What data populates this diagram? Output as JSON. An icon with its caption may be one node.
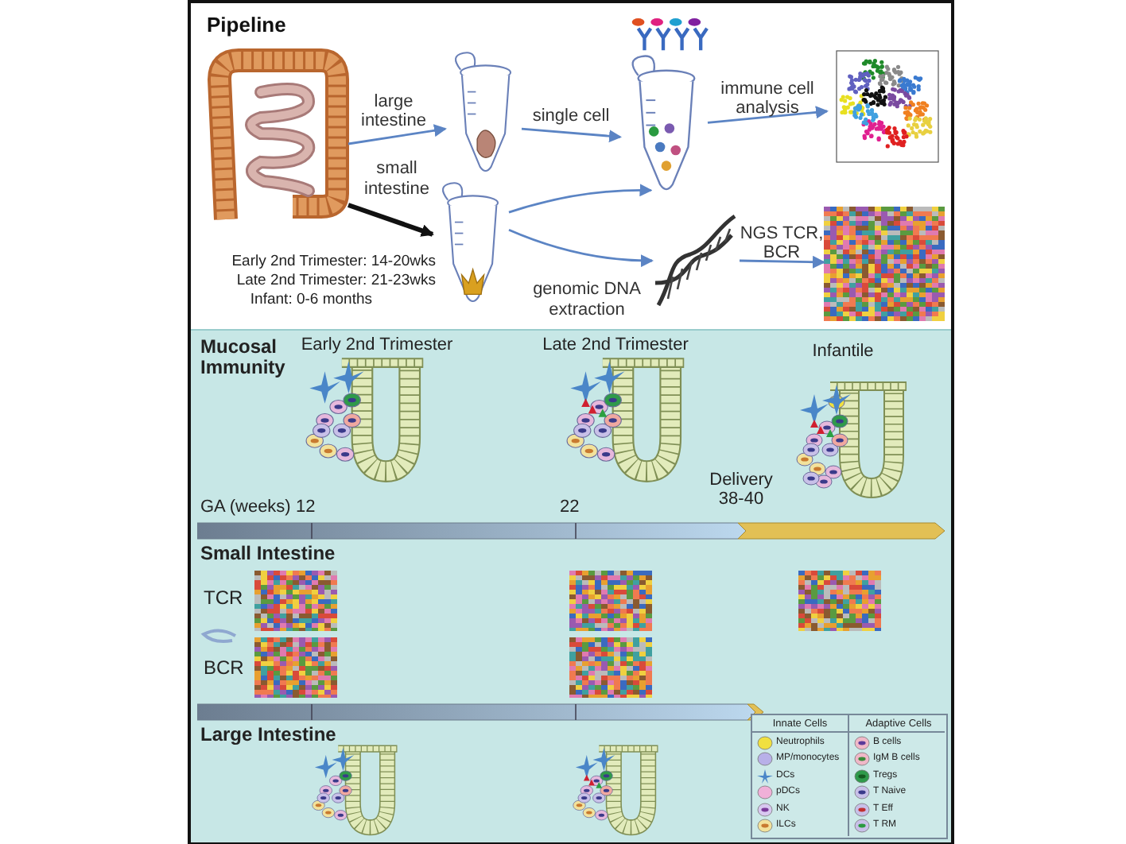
{
  "diagram": {
    "nodes": [
      {
        "text": [
          "Pipeline"
        ]
      },
      {
        "text": [],
        "shape": "picture",
        "in": 0
      },
      {
        "text": [],
        "shape": "picture",
        "in": 0
      },
      {
        "text": [],
        "shape": "picture",
        "in": 0
      },
      {
        "text": [],
        "shape": "picture",
        "in": 0
      },
      {
        "text": [],
        "shape": "picture",
        "in": 0
      },
      {
        "text": [],
        "shape": "picture",
        "in": 0
      },
      {
        "text": [],
        "shape": "picture",
        "in": 0
      }
    ],
    "edges": [
      {
        "from": 1,
        "to": 2,
        "arrow": "to",
        "label": "large intestine"
      },
      {
        "from": 1,
        "to": 3,
        "arrow": "to",
        "label": "small intestine",
        "style": "thick",
        "color": "#111111"
      },
      {
        "from": 2,
        "to": 4,
        "arrow": "to",
        "label": "single cell"
      },
      {
        "from": 3,
        "to": 4,
        "arrow": "to"
      },
      {
        "from": 3,
        "to": 6,
        "arrow": "to",
        "label": "genomic DNA extraction"
      },
      {
        "from": 4,
        "to": 5,
        "arrow": "to",
        "label": "immune cell analysis"
      },
      {
        "from": 6,
        "to": 7,
        "arrow": "to",
        "label": "NGS TCR, BCR"
      }
    ],
    "labels": [
      "Early 2nd Trimester: 14-20wks",
      "Late 2nd Trimester: 21-23wks",
      "Infant: 0-6 months",
      "Mucosal Immunity",
      "Early 2nd Trimester",
      "Late 2nd Trimester",
      "Infantile",
      "GA (weeks)",
      "12",
      "22",
      "Delivery 38-40",
      "Small Intestine",
      "TCR",
      "BCR",
      "Large Intestine",
      "Innate Cells",
      "Adaptive Cells"
    ],
    "legend": [
      {
        "text": "Neutrophils"
      },
      {
        "text": "MP/monocytes"
      },
      {
        "text": "DCs"
      },
      {
        "text": "pDCs"
      },
      {
        "text": "NK"
      },
      {
        "text": "ILCs"
      },
      {
        "text": "B cells"
      },
      {
        "text": "IgM B cells"
      },
      {
        "text": "Tregs"
      },
      {
        "text": "T Naive"
      },
      {
        "text": "T Eff"
      },
      {
        "text": "T RM"
      }
    ]
  }
}
